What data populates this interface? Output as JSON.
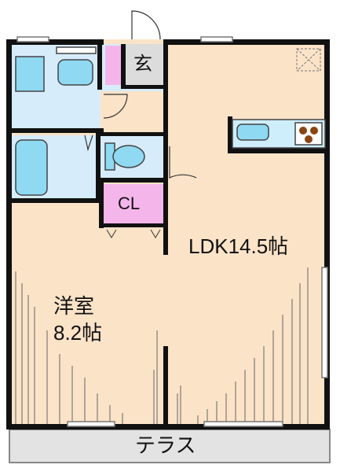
{
  "rooms": {
    "ldk": {
      "label": "LDK14.5帖"
    },
    "western_room": {
      "label_line1": "洋室",
      "label_line2": "8.2帖"
    },
    "closet": {
      "label": "CL"
    },
    "entrance": {
      "label": "玄"
    },
    "terrace": {
      "label": "テラス"
    }
  },
  "colors": {
    "wall": "#111111",
    "floor": "#fbe3c8",
    "wet_area": "#d7ecfb",
    "storage": "#f4b6ea",
    "entrance_floor": "#dcdcdc",
    "terrace": "#e3e3e3",
    "fixture": "#8fd9f2",
    "kitchen_counter": "#cfeefc"
  }
}
